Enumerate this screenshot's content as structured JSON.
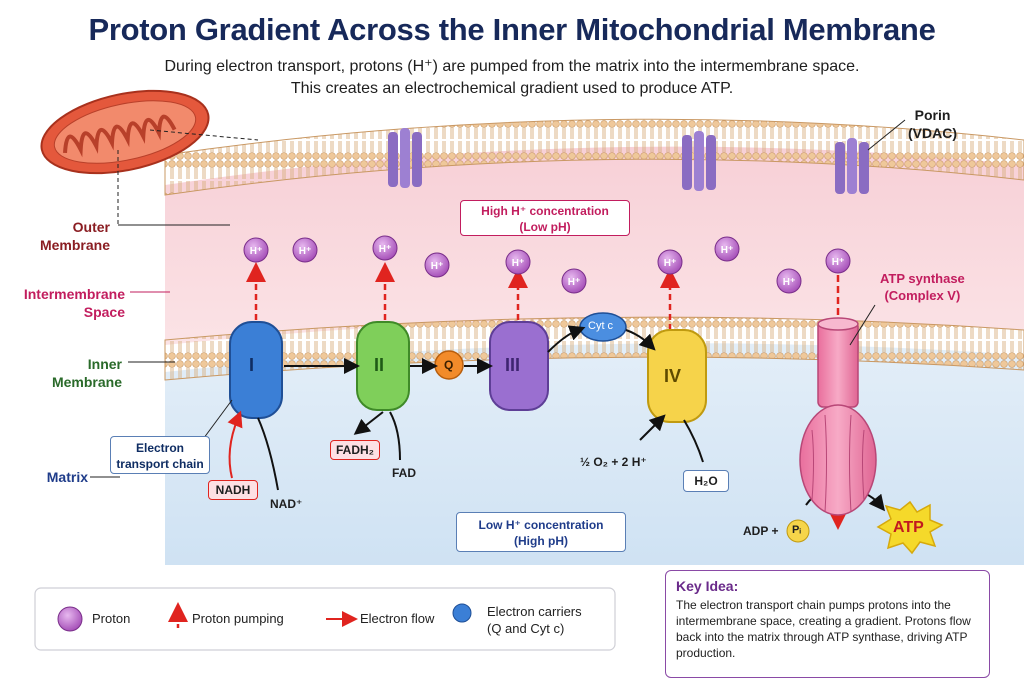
{
  "title": "Proton Gradient Across the Inner Mitochondrial Membrane",
  "subtitle_line1": "During electron transport, protons (H⁺) are pumped from the matrix into the intermembrane space.",
  "subtitle_line2": "This creates an electrochemical gradient used to produce ATP.",
  "regions": {
    "outer": "Outer\nMembrane",
    "intermembrane": "Intermembrane\nSpace",
    "inner": "Inner\nMembrane",
    "matrix": "Matrix"
  },
  "porin": "Porin\n(VDAC)",
  "high_conc": "High H⁺ concentration\n(Low pH)",
  "low_conc": "Low H⁺ concentration\n(High pH)",
  "atp_synthase": "ATP synthase\n(Complex V)",
  "complexes": {
    "c1": "I",
    "c2": "II",
    "c3": "III",
    "c4": "IV",
    "q": "Q",
    "cytc": "Cyt c"
  },
  "proton": "H⁺",
  "etc_label": "Electron\ntransport chain",
  "nadh": "NADH",
  "nad": "NAD⁺",
  "fadh2": "FADH₂",
  "fad": "FAD",
  "oxygen": "½ O₂ + 2 H⁺",
  "water": "H₂O",
  "adp": "ADP +",
  "pi": "Pᵢ",
  "atp": "ATP",
  "legend": {
    "proton": "Proton",
    "pumping": "Proton pumping",
    "electron_flow": "Electron flow",
    "carriers": "Electron carriers\n(Q and Cyt c)"
  },
  "key_title": "Key Idea:",
  "key_body": "The electron transport chain pumps protons into the intermembrane space, creating a gradient. Protons flow back into the matrix through ATP synthase, driving ATP production.",
  "colors": {
    "complex1": "#3b7fd6",
    "complex2": "#7fcf5a",
    "complex3": "#9a6fd0",
    "complex4": "#f6d34a",
    "synthase": "#f08ab0",
    "proton": "#b24fc2",
    "electron": "#e0241f",
    "porin": "#8a6cc2"
  }
}
